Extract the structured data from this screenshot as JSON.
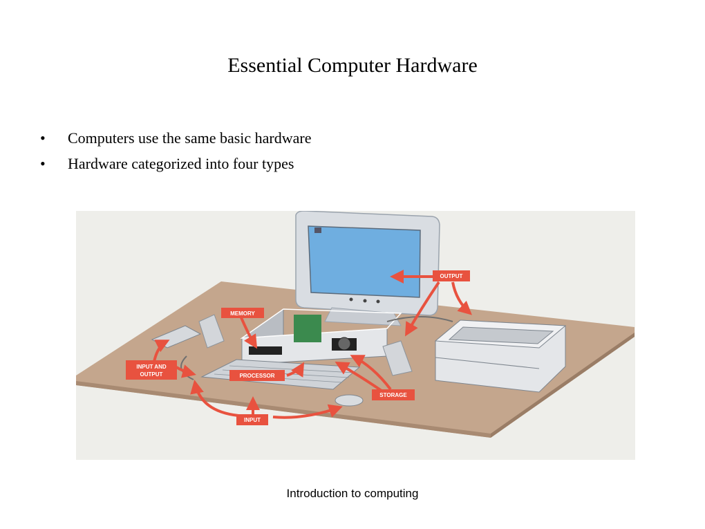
{
  "slide": {
    "title": "Essential Computer Hardware",
    "bullets": [
      "Computers use the same basic hardware",
      "Hardware categorized into four types"
    ],
    "bullet_glyph": "•",
    "footer": "Introduction to computing"
  },
  "figure": {
    "labels": {
      "output": "OUTPUT",
      "memory": "MEMORY",
      "input_output_1": "INPUT AND",
      "input_output_2": "OUTPUT",
      "processor": "PROCESSOR",
      "storage": "STORAGE",
      "input": "INPUT"
    },
    "colors": {
      "label_red": "#e8523f",
      "arrow_red": "#e8523f",
      "desk": "#c4a68d",
      "backdrop": "#eeeeea",
      "screen": "#6faee0",
      "monitor": "#d9dde2"
    }
  }
}
